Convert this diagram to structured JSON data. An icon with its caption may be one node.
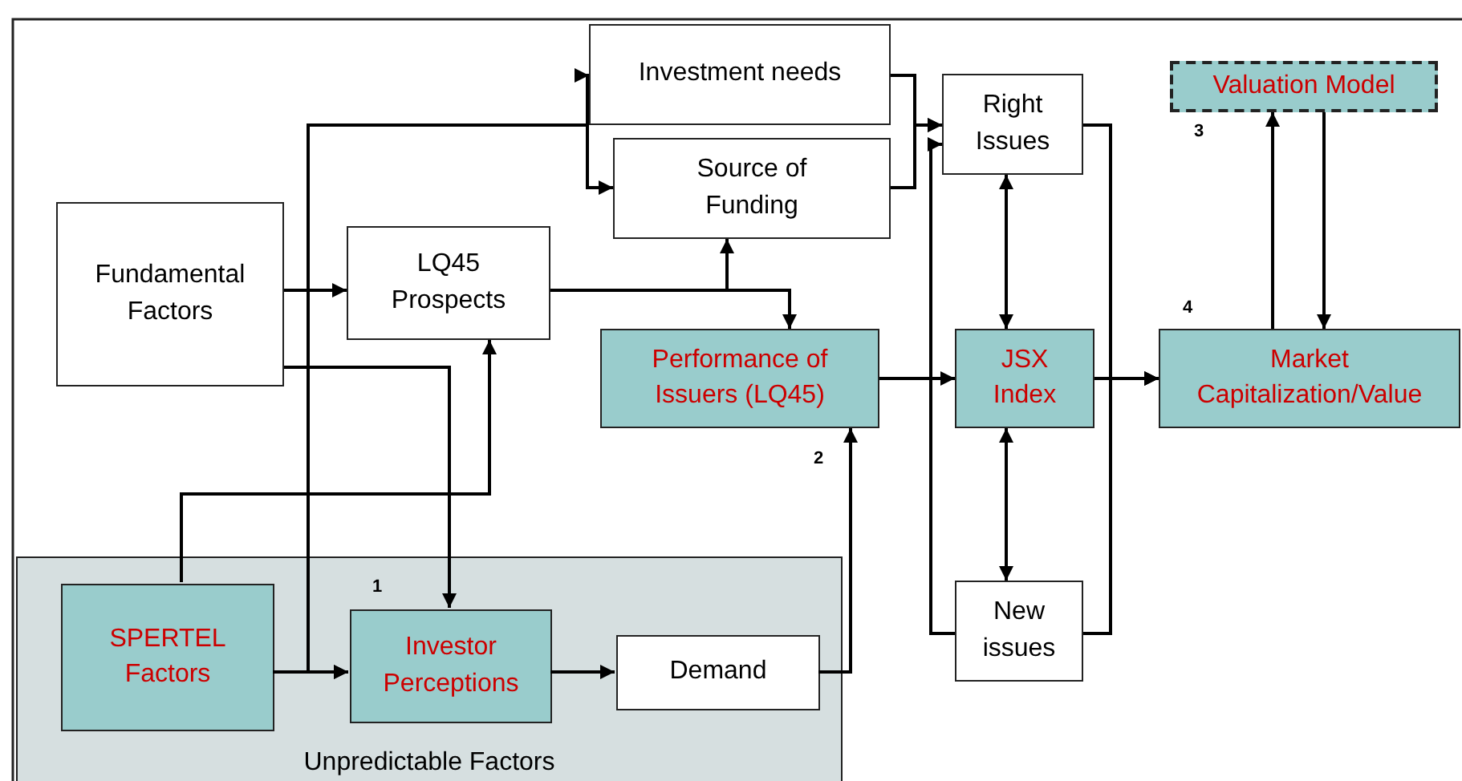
{
  "diagram": {
    "nodes": [
      {
        "text": [
          "Investment needs"
        ]
      },
      {
        "text": [
          "Right Issues"
        ]
      },
      {
        "text": [
          "Valuation Model"
        ]
      },
      {
        "text": [
          "Source of Funding"
        ]
      },
      {
        "text": [
          "Fundamental Factors"
        ]
      },
      {
        "text": [
          "LQ45 Prospects"
        ]
      },
      {
        "text": [
          "Performance of Issuers (LQ45)"
        ]
      },
      {
        "text": [
          "JSX Index"
        ]
      },
      {
        "text": [
          "Market Capitalization/Value"
        ]
      },
      {
        "text": [
          "Unpredictable Factors"
        ]
      },
      {
        "text": [
          "SPERTEL Factors"
        ],
        "in": 9
      },
      {
        "text": [
          "Investor Perceptions"
        ],
        "in": 9
      },
      {
        "text": [
          "Demand"
        ],
        "in": 9
      },
      {
        "text": [
          "New issues"
        ]
      }
    ],
    "edges": [
      {
        "from": 4,
        "to": 5,
        "arrow": "to"
      },
      {
        "from": 4,
        "to": 11,
        "arrow": "to"
      },
      {
        "from": 10,
        "to": 5,
        "arrow": "to"
      },
      {
        "from": 10,
        "to": 11,
        "arrow": "to"
      },
      {
        "from": 4,
        "to": 0,
        "arrow": "to"
      },
      {
        "from": 4,
        "to": 3,
        "arrow": "to"
      },
      {
        "from": 5,
        "to": 3,
        "arrow": "to"
      },
      {
        "from": 5,
        "to": 6,
        "arrow": "to"
      },
      {
        "from": 0,
        "to": 1,
        "arrow": "to"
      },
      {
        "from": 3,
        "to": 1,
        "arrow": "to"
      },
      {
        "from": 13,
        "to": 1,
        "arrow": "to"
      },
      {
        "from": 6,
        "to": 7,
        "arrow": "to"
      },
      {
        "from": 1,
        "to": 7,
        "arrow": "both"
      },
      {
        "from": 7,
        "to": 13,
        "arrow": "both"
      },
      {
        "from": 7,
        "to": 8,
        "arrow": "to"
      },
      {
        "from": 1,
        "to": 8,
        "arrow": "to"
      },
      {
        "from": 13,
        "to": 8,
        "arrow": "to"
      },
      {
        "from": 8,
        "to": 2,
        "arrow": "to"
      },
      {
        "from": 2,
        "to": 8,
        "arrow": "to"
      },
      {
        "from": 11,
        "to": 12,
        "arrow": "to"
      },
      {
        "from": 12,
        "to": 6,
        "arrow": "to"
      },
      {
        "from": 4,
        "to": 11,
        "arrow": "to"
      }
    ],
    "labels": [
      "3",
      "4",
      "2",
      "1"
    ]
  }
}
